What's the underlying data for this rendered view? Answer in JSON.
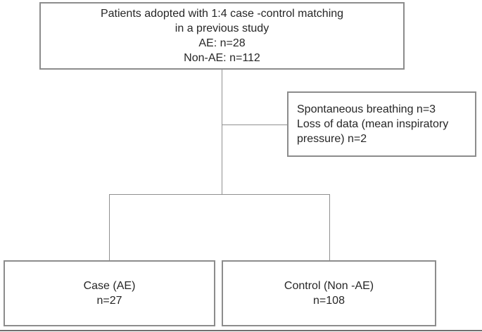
{
  "diagram": {
    "title": "Patient flow diagram (case-control study)",
    "colors": {
      "background": "#ffffff",
      "border": "#8c8c8c",
      "connector": "#909090",
      "text": "#262626",
      "bottom_rule": "#6f6f6f"
    },
    "top_box": {
      "lines": [
        "Patients adopted with 1:4 case -control matching",
        "in a previous study",
        "AE: n=28",
        "Non-AE: n=112"
      ]
    },
    "exclusion_box": {
      "lines": [
        "Spontaneous breathing n=3",
        "Loss of data (mean inspiratory",
        "pressure) n=2"
      ]
    },
    "case_box": {
      "lines": [
        "Case (AE)",
        "n=27"
      ]
    },
    "control_box": {
      "lines": [
        "Control (Non -AE)",
        "n=108"
      ]
    }
  }
}
